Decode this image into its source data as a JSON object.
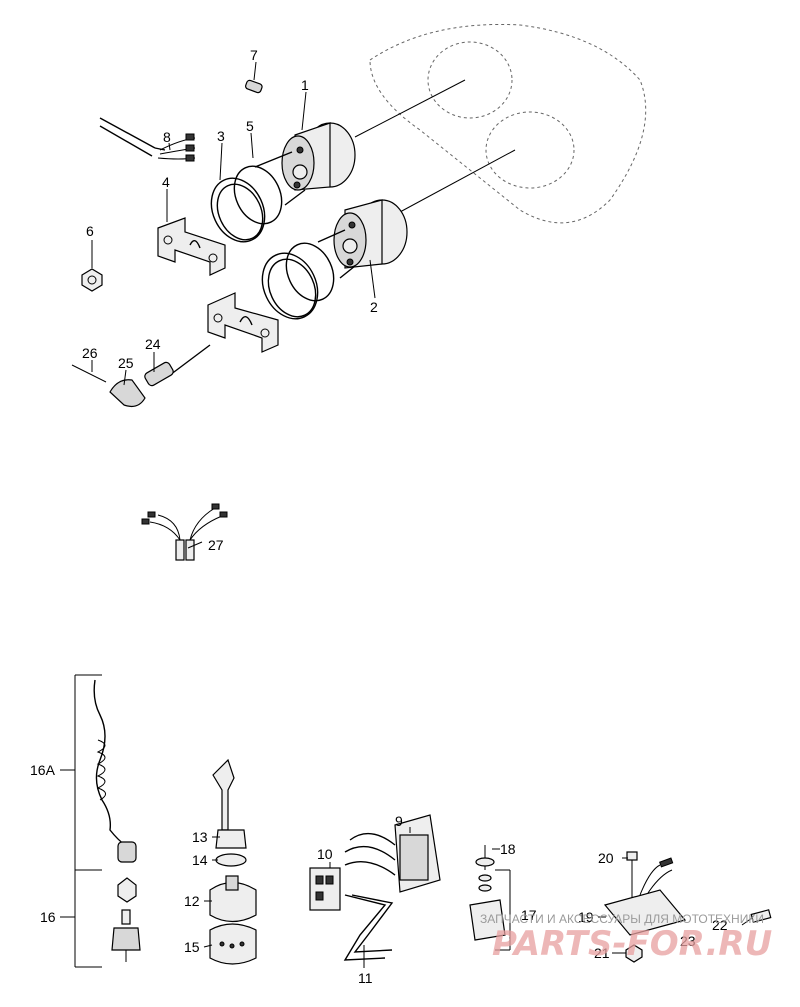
{
  "labels": {
    "p1": "1",
    "p2": "2",
    "p3": "3",
    "p4": "4",
    "p5": "5",
    "p6": "6",
    "p7": "7",
    "p8": "8",
    "p9": "9",
    "p10": "10",
    "p11": "11",
    "p12": "12",
    "p13": "13",
    "p14": "14",
    "p15": "15",
    "p16": "16",
    "p16a": "16A",
    "p17": "17",
    "p18": "18",
    "p19": "19",
    "p20": "20",
    "p21": "21",
    "p22": "22",
    "p23": "23",
    "p24": "24",
    "p25": "25",
    "p26": "26",
    "p27": "27"
  },
  "watermark": {
    "caption": "ЗАПЧАСТИ И АКСЕССУАРЫ ДЛЯ МОТОТЕХНИКИ",
    "logo": "PARTS-FOR.RU"
  }
}
